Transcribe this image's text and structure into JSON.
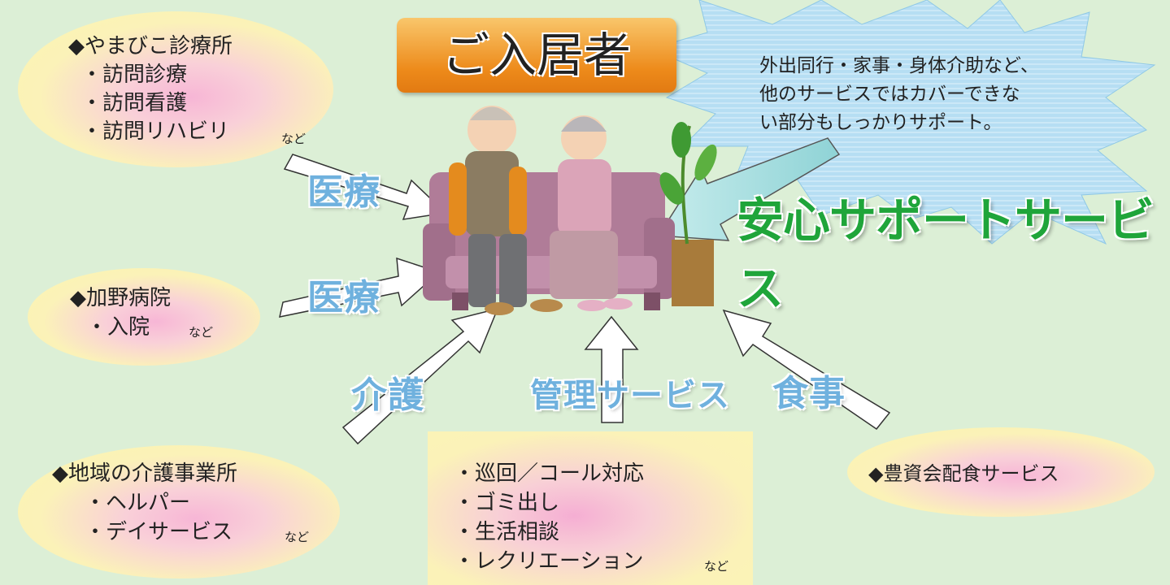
{
  "resident": {
    "title": "ご入居者"
  },
  "providers": {
    "yamabiko": {
      "heading": "◆やまびこ診療所",
      "items": [
        "・訪問診療",
        "・訪問看護",
        "・訪問リハビリ"
      ],
      "etc": "など"
    },
    "kano": {
      "heading": "◆加野病院",
      "items": [
        "・入院"
      ],
      "etc": "など"
    },
    "care": {
      "heading": "◆地域の介護事業所",
      "items": [
        "・ヘルパー",
        "・デイサービス"
      ],
      "etc": "など"
    },
    "meal": {
      "heading": "◆豊資会配食サービス"
    }
  },
  "management_box": {
    "items": [
      "・巡回／コール対応",
      "・ゴミ出し",
      "・生活相談",
      "・レクリエーション"
    ],
    "etc": "など"
  },
  "arrow_labels": {
    "medical_top": "医療",
    "medical_mid": "医療",
    "care": "介護",
    "management": "管理サービス",
    "meal": "食事"
  },
  "support": {
    "title": "安心サポートサービス",
    "description_lines": [
      "外出同行・家事・身体介助など、",
      "他のサービスではカバーできな",
      "い部分もしっかりサポート。"
    ]
  },
  "colors": {
    "background": "#dcefd6",
    "label_blue": "#6fb1de",
    "support_green": "#1fa53a",
    "resident_box": "#ed8a1a",
    "burst": "#a9d8f0"
  }
}
